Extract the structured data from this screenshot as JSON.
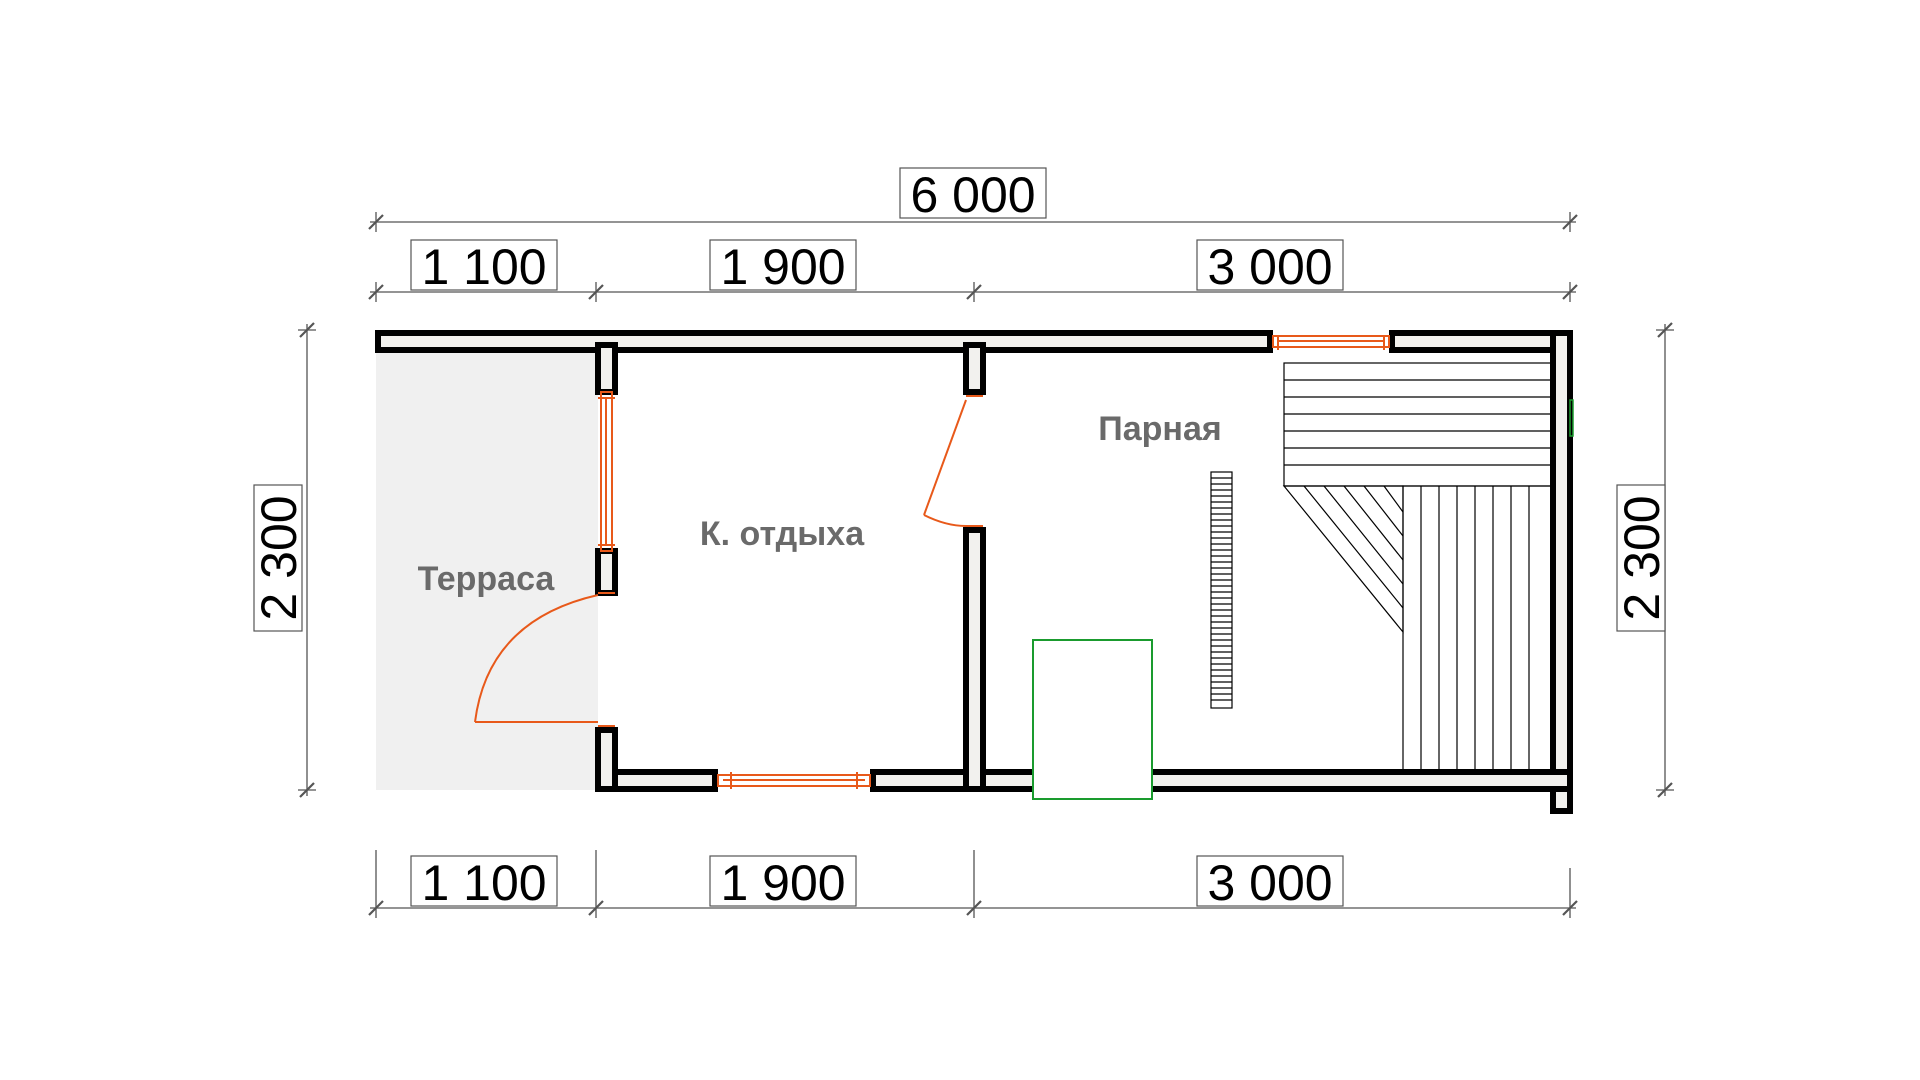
{
  "plan": {
    "total_width": "6 000",
    "segments_top": [
      "1 100",
      "1 900",
      "3 000"
    ],
    "segments_bottom": [
      "1 100",
      "1 900",
      "3 000"
    ],
    "height_left": "2 300",
    "height_right": "2 300",
    "rooms": {
      "terrace": "Терраса",
      "rest_room": "К. отдыха",
      "steam_room": "Парная"
    }
  },
  "colors": {
    "wall": "#000000",
    "wall_fill": "#f2f1ee",
    "opening": "#e8591a",
    "stove": "#1a9b2e",
    "terrace_fill": "#f0f0f0",
    "dimension_line": "#555555"
  }
}
